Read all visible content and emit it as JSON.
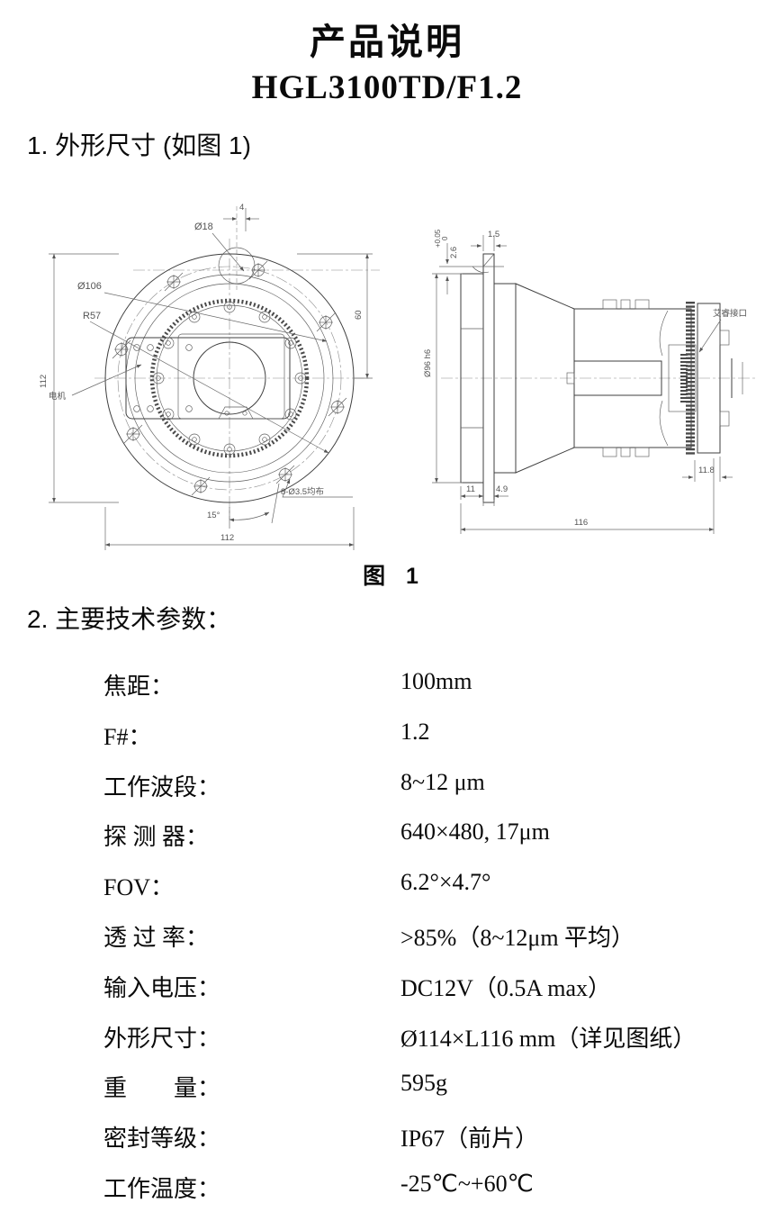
{
  "document": {
    "title": "产品说明",
    "model": "HGL3100TD/F1.2",
    "section1_heading": "1. 外形尺寸 (如图 1)",
    "figure_caption": "图 1",
    "section2_heading": "2. 主要技术参数："
  },
  "figure": {
    "front_view": {
      "dim_offset_top": "4",
      "dia_boss": "Ø18",
      "dia_bolt_circle": "Ø106",
      "radius_body": "R57",
      "motor_label": "电机",
      "dim_height": "112",
      "dim_60": "60",
      "holes_note": "8-Ø3.5均布",
      "angle_15": "15°",
      "dim_width": "112"
    },
    "side_view": {
      "tol_upper": "+0.05",
      "tol_lower": "0",
      "dim_lip": "2.6",
      "dim_groove": "1.5",
      "dia_flange": "Ø96 h6",
      "interface_label": "艾睿接口",
      "dim_rear": "11.8",
      "dim_front_ring": "11",
      "dim_plate": "4.9",
      "dim_length": "116"
    }
  },
  "specs": {
    "rows": [
      {
        "label": "焦距：",
        "value": "100mm"
      },
      {
        "label": "F#：",
        "value": "1.2"
      },
      {
        "label": "工作波段：",
        "value": "8~12 μm"
      },
      {
        "label": "探 测 器：",
        "value": "640×480, 17μm"
      },
      {
        "label": "FOV：",
        "value": "6.2°×4.7°"
      },
      {
        "label": "透 过 率：",
        "value": ">85%（8~12μm 平均）"
      },
      {
        "label": "输入电压：",
        "value": "DC12V（0.5A max）"
      },
      {
        "label": "外形尺寸：",
        "value": "Ø114×L116 mm（详见图纸）"
      },
      {
        "label": "重　　量：",
        "value": "595g"
      },
      {
        "label": "密封等级：",
        "value": "IP67（前片）"
      },
      {
        "label": "工作温度：",
        "value": "-25℃~+60℃"
      }
    ]
  }
}
